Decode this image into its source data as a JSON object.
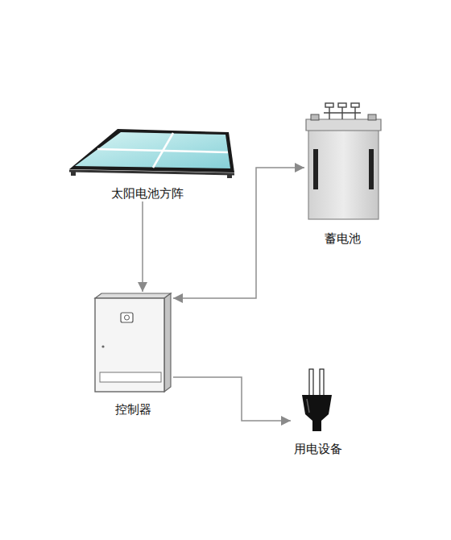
{
  "diagram": {
    "nodes": [
      {
        "text": [
          "太阳电池方阵"
        ]
      },
      {
        "text": [
          "蓄电池"
        ]
      },
      {
        "text": [
          "控制器"
        ]
      },
      {
        "text": [
          "用电设备"
        ]
      }
    ],
    "edges": [
      {
        "from": 0,
        "to": 2,
        "arrow": "to"
      },
      {
        "from": 2,
        "to": 1,
        "arrow": "both"
      },
      {
        "from": 2,
        "to": 3,
        "arrow": "to"
      }
    ]
  }
}
